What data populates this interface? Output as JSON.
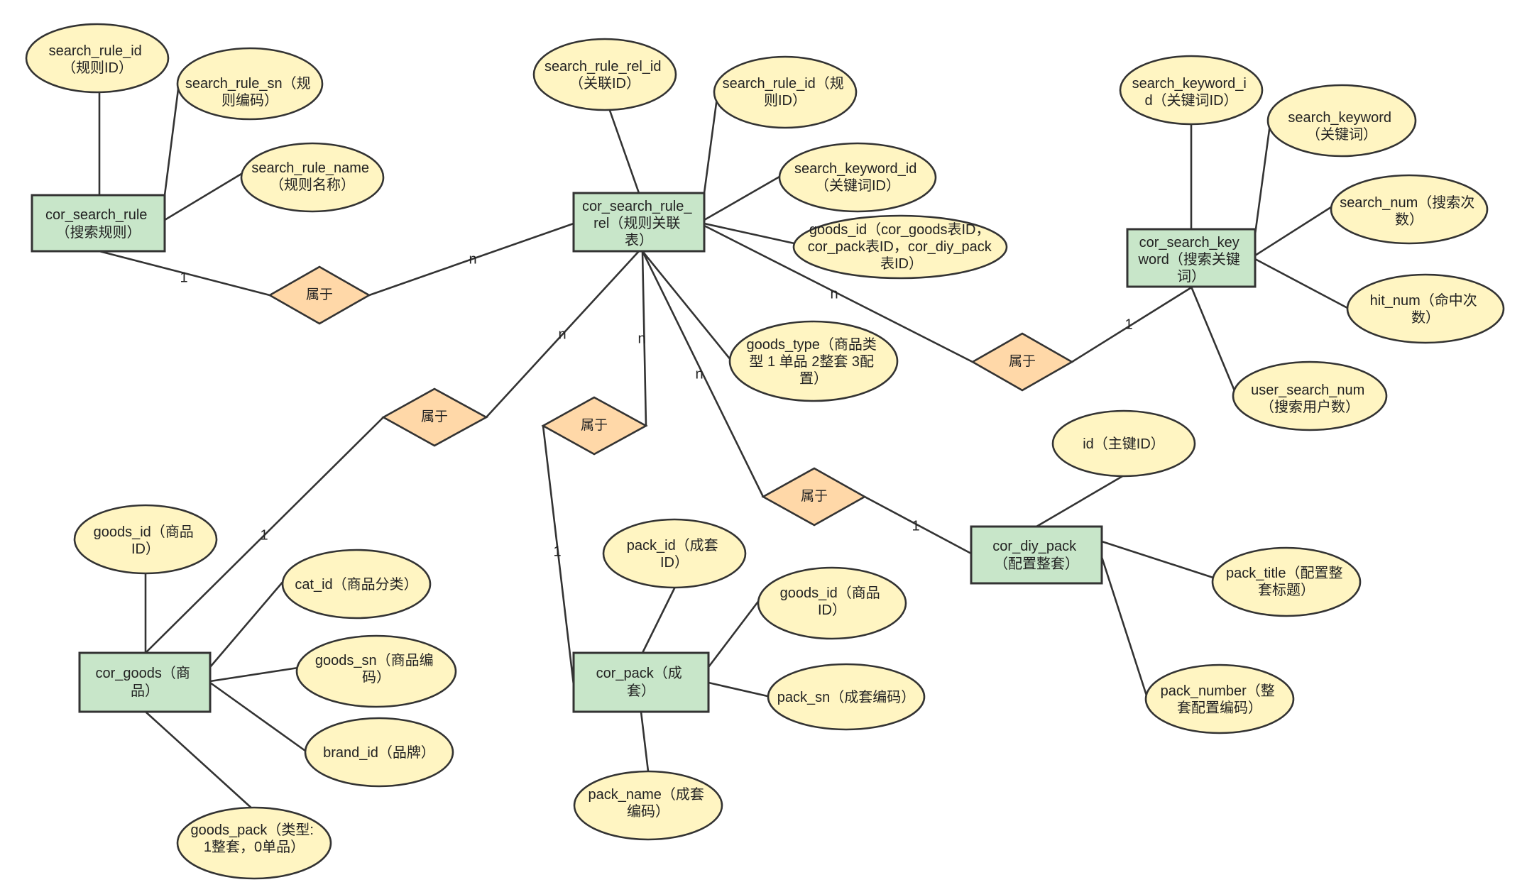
{
  "entities": [
    {
      "id": "e_rule",
      "lines": [
        "cor_search_rule",
        "（搜索规则）"
      ]
    },
    {
      "id": "e_rel",
      "lines": [
        "cor_search_rule_",
        "rel（规则关联",
        "表）"
      ]
    },
    {
      "id": "e_kw",
      "lines": [
        "cor_search_key",
        "word（搜索关键",
        "词）"
      ]
    },
    {
      "id": "e_goods",
      "lines": [
        "cor_goods（商",
        "品）"
      ]
    },
    {
      "id": "e_pack",
      "lines": [
        "cor_pack（成",
        "套）"
      ]
    },
    {
      "id": "e_diy",
      "lines": [
        "cor_diy_pack",
        "（配置整套）"
      ]
    }
  ],
  "attributes": [
    {
      "id": "a1",
      "lines": [
        "search_rule_id",
        "（规则ID）"
      ]
    },
    {
      "id": "a2",
      "lines": [
        "search_rule_sn（规",
        "则编码）"
      ]
    },
    {
      "id": "a3",
      "lines": [
        "search_rule_name",
        "（规则名称）"
      ]
    },
    {
      "id": "a4",
      "lines": [
        "search_rule_rel_id",
        "（关联ID）"
      ]
    },
    {
      "id": "a5",
      "lines": [
        "search_rule_id（规",
        "则ID）"
      ]
    },
    {
      "id": "a6",
      "lines": [
        "search_keyword_id",
        "（关键词ID）"
      ]
    },
    {
      "id": "a7",
      "lines": [
        "goods_id（cor_goods表ID，",
        "cor_pack表ID，cor_diy_pack",
        "表ID）"
      ]
    },
    {
      "id": "a8",
      "lines": [
        "goods_type（商品类",
        "型 1 单品 2整套 3配",
        "置）"
      ]
    },
    {
      "id": "a9",
      "lines": [
        "search_keyword_i",
        "d（关键词ID）"
      ]
    },
    {
      "id": "a10",
      "lines": [
        "search_keyword",
        "（关键词）"
      ]
    },
    {
      "id": "a11",
      "lines": [
        "search_num（搜索次",
        "数）"
      ]
    },
    {
      "id": "a12",
      "lines": [
        "hit_num（命中次",
        "数）"
      ]
    },
    {
      "id": "a13",
      "lines": [
        "user_search_num",
        "（搜索用户数）"
      ]
    },
    {
      "id": "a14",
      "lines": [
        "id（主键ID）"
      ]
    },
    {
      "id": "a15",
      "lines": [
        "pack_title（配置整",
        "套标题）"
      ]
    },
    {
      "id": "a16",
      "lines": [
        "pack_number（整",
        "套配置编码）"
      ]
    },
    {
      "id": "a17",
      "lines": [
        "goods_id（商品",
        "ID）"
      ]
    },
    {
      "id": "a18",
      "lines": [
        "cat_id（商品分类）"
      ]
    },
    {
      "id": "a19",
      "lines": [
        "goods_sn（商品编",
        "码）"
      ]
    },
    {
      "id": "a20",
      "lines": [
        "brand_id（品牌）"
      ]
    },
    {
      "id": "a21",
      "lines": [
        "goods_pack（类型:",
        "1整套，0单品）"
      ]
    },
    {
      "id": "a22",
      "lines": [
        "pack_id（成套",
        "ID）"
      ]
    },
    {
      "id": "a23",
      "lines": [
        "goods_id（商品",
        "ID）"
      ]
    },
    {
      "id": "a24",
      "lines": [
        "pack_sn（成套编码）"
      ]
    },
    {
      "id": "a25",
      "lines": [
        "pack_name（成套",
        "编码）"
      ]
    }
  ],
  "relationships": [
    {
      "id": "r1",
      "label": "属于"
    },
    {
      "id": "r2",
      "label": "属于"
    },
    {
      "id": "r3",
      "label": "属于"
    },
    {
      "id": "r4",
      "label": "属于"
    },
    {
      "id": "r5",
      "label": "属于"
    }
  ],
  "cardinalities": [
    {
      "id": "c1",
      "label": "1"
    },
    {
      "id": "c2",
      "label": "n"
    },
    {
      "id": "c3",
      "label": "n"
    },
    {
      "id": "c4",
      "label": "1"
    },
    {
      "id": "c5",
      "label": "n"
    },
    {
      "id": "c6",
      "label": "1"
    },
    {
      "id": "c7",
      "label": "n"
    },
    {
      "id": "c8",
      "label": "1"
    },
    {
      "id": "c9",
      "label": "n"
    },
    {
      "id": "c10",
      "label": "1"
    }
  ]
}
